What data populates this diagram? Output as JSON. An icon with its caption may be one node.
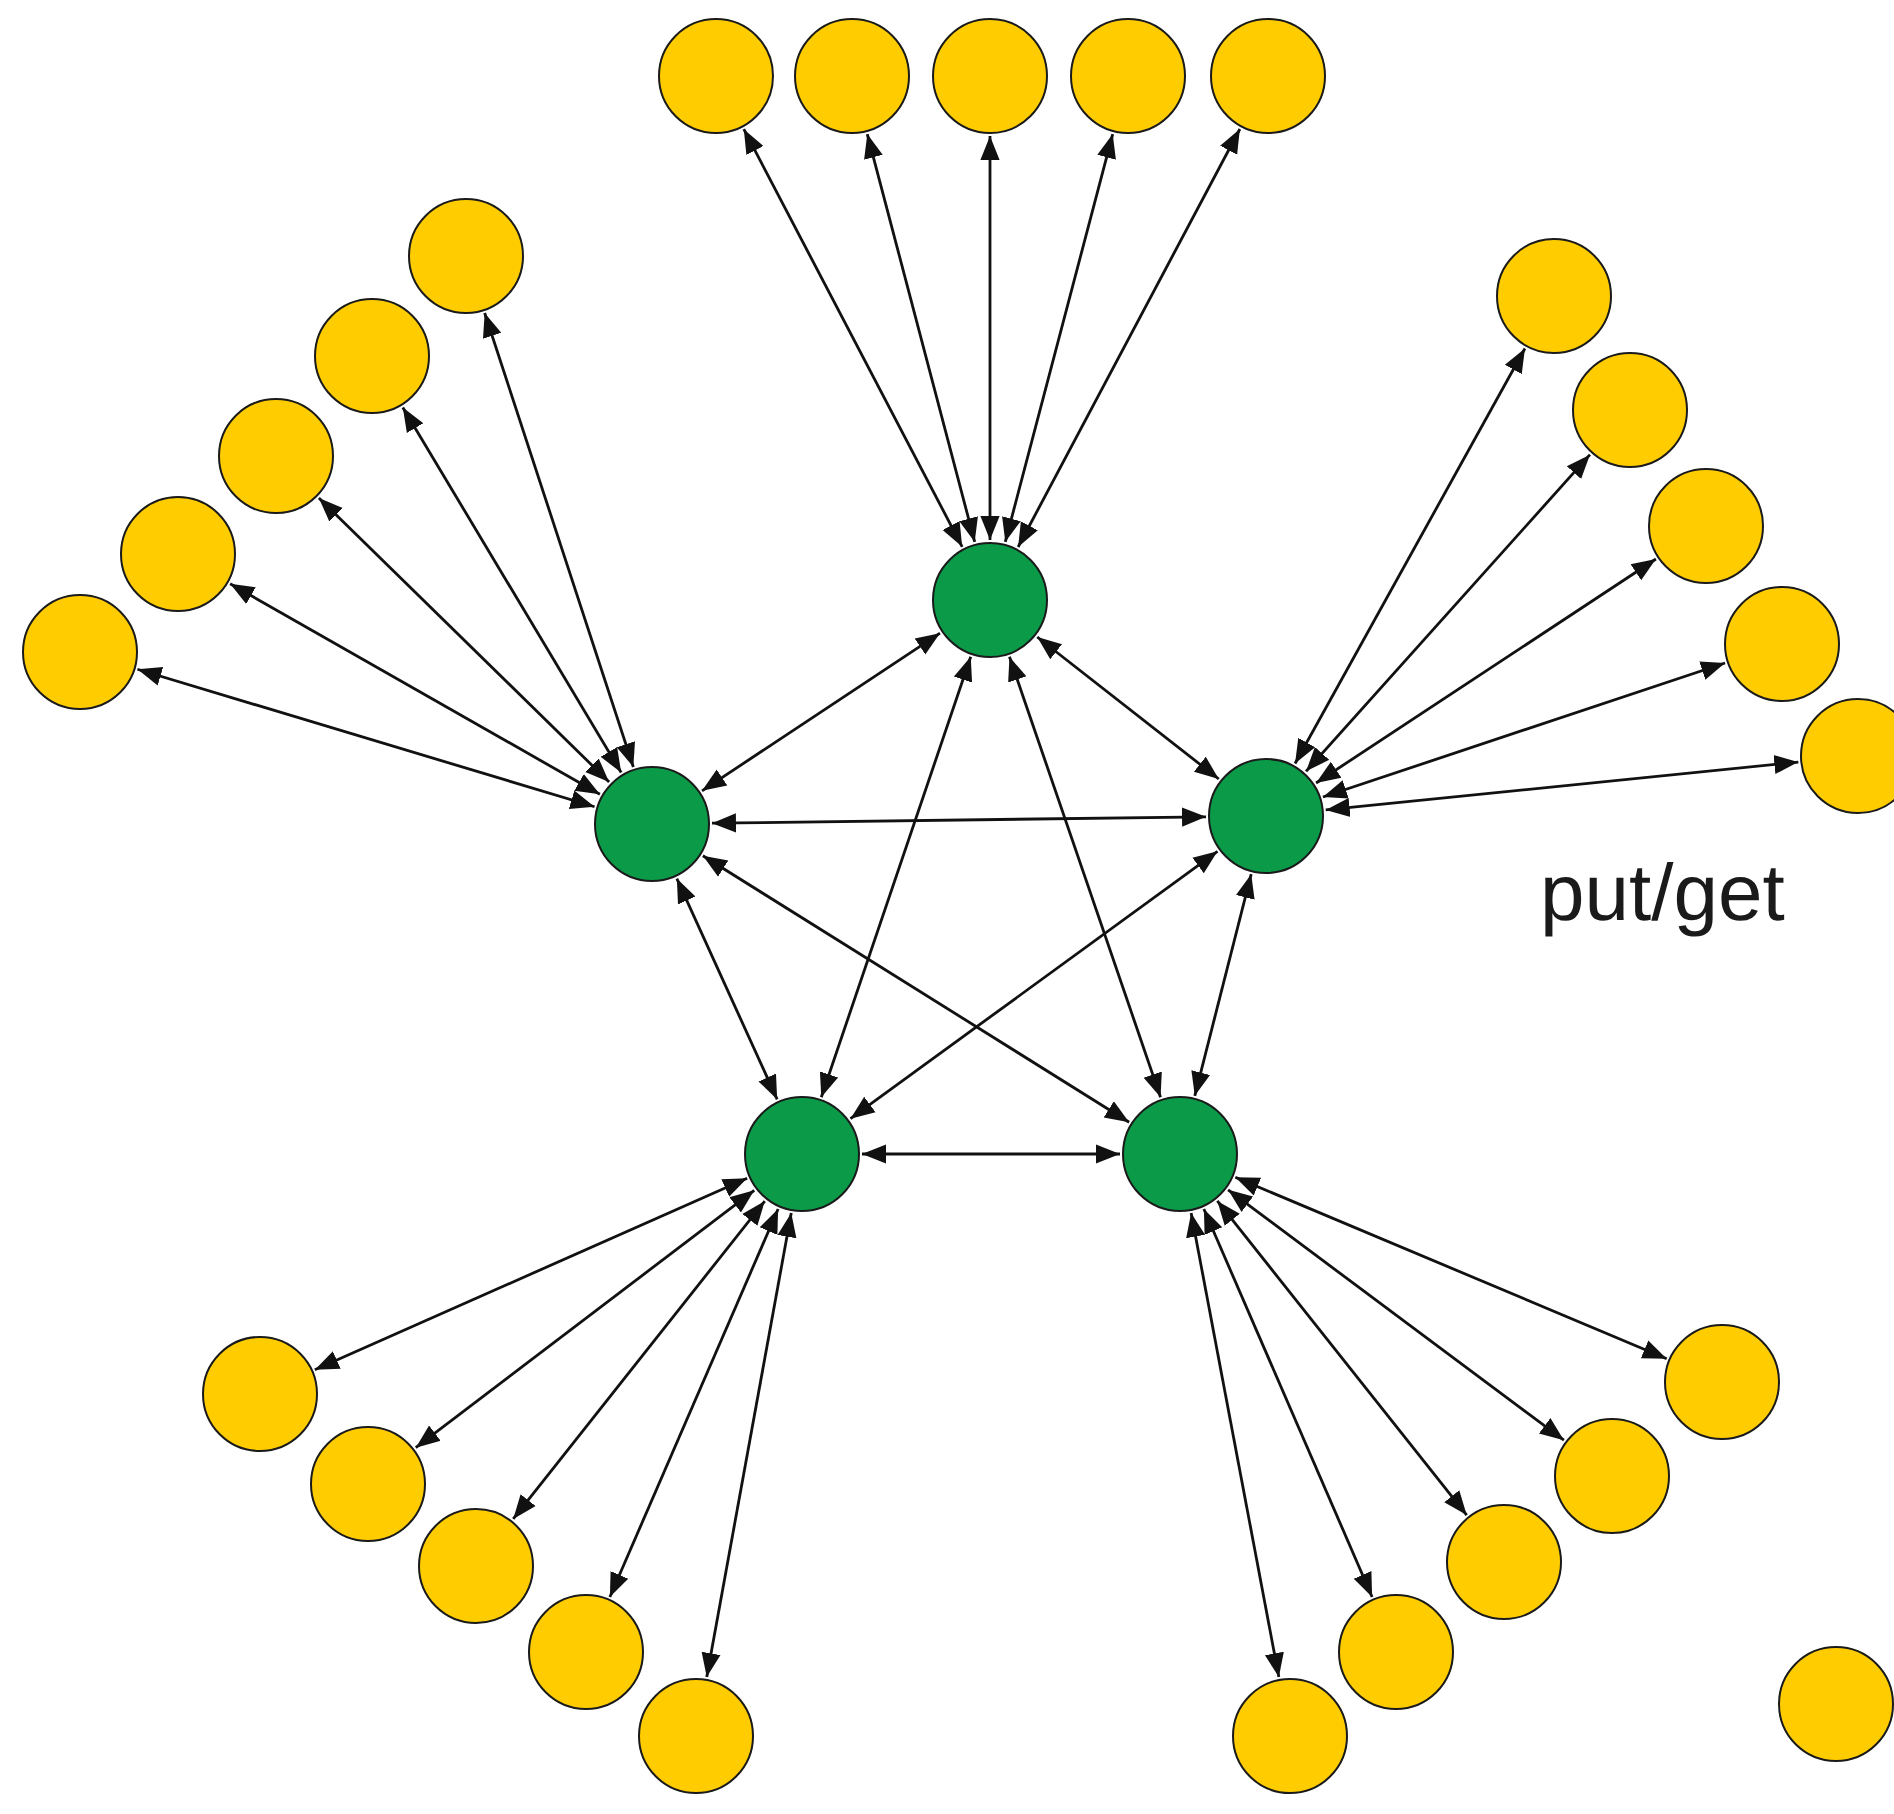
{
  "diagram": {
    "nodes": [
      {
        "text": [],
        "shape": "circle"
      },
      {
        "text": [],
        "shape": "circle"
      },
      {
        "text": [],
        "shape": "circle"
      },
      {
        "text": [],
        "shape": "circle"
      },
      {
        "text": [],
        "shape": "circle"
      },
      {
        "text": [],
        "shape": "circle"
      },
      {
        "text": [],
        "shape": "circle"
      },
      {
        "text": [],
        "shape": "circle"
      },
      {
        "text": [],
        "shape": "circle"
      },
      {
        "text": [],
        "shape": "circle"
      },
      {
        "text": [],
        "shape": "circle"
      },
      {
        "text": [],
        "shape": "circle"
      },
      {
        "text": [],
        "shape": "circle"
      },
      {
        "text": [],
        "shape": "circle"
      },
      {
        "text": [],
        "shape": "circle"
      },
      {
        "text": [],
        "shape": "circle"
      },
      {
        "text": [],
        "shape": "circle"
      },
      {
        "text": [],
        "shape": "circle"
      },
      {
        "text": [],
        "shape": "circle"
      },
      {
        "text": [],
        "shape": "circle"
      },
      {
        "text": [],
        "shape": "circle"
      },
      {
        "text": [],
        "shape": "circle"
      },
      {
        "text": [],
        "shape": "circle"
      },
      {
        "text": [],
        "shape": "circle"
      },
      {
        "text": [],
        "shape": "circle"
      },
      {
        "text": [],
        "shape": "circle"
      },
      {
        "text": [],
        "shape": "circle"
      },
      {
        "text": [],
        "shape": "circle"
      },
      {
        "text": [],
        "shape": "circle"
      },
      {
        "text": [],
        "shape": "circle"
      },
      {
        "text": [],
        "shape": "circle"
      }
    ],
    "edges": [
      {
        "from": 15,
        "to": 0,
        "arrow": "both"
      },
      {
        "from": 15,
        "to": 1,
        "arrow": "both"
      },
      {
        "from": 15,
        "to": 2,
        "arrow": "both"
      },
      {
        "from": 15,
        "to": 3,
        "arrow": "both"
      },
      {
        "from": 15,
        "to": 4,
        "arrow": "both"
      },
      {
        "from": 16,
        "to": 5,
        "arrow": "both"
      },
      {
        "from": 16,
        "to": 6,
        "arrow": "both"
      },
      {
        "from": 16,
        "to": 7,
        "arrow": "both"
      },
      {
        "from": 16,
        "to": 8,
        "arrow": "both"
      },
      {
        "from": 16,
        "to": 9,
        "arrow": "both"
      },
      {
        "from": 17,
        "to": 10,
        "arrow": "both"
      },
      {
        "from": 17,
        "to": 11,
        "arrow": "both"
      },
      {
        "from": 17,
        "to": 12,
        "arrow": "both"
      },
      {
        "from": 17,
        "to": 13,
        "arrow": "both"
      },
      {
        "from": 17,
        "to": 14,
        "arrow": "both"
      },
      {
        "from": 18,
        "to": 20,
        "arrow": "both"
      },
      {
        "from": 18,
        "to": 21,
        "arrow": "both"
      },
      {
        "from": 18,
        "to": 22,
        "arrow": "both"
      },
      {
        "from": 18,
        "to": 23,
        "arrow": "both"
      },
      {
        "from": 18,
        "to": 24,
        "arrow": "both"
      },
      {
        "from": 19,
        "to": 25,
        "arrow": "both"
      },
      {
        "from": 19,
        "to": 26,
        "arrow": "both"
      },
      {
        "from": 19,
        "to": 27,
        "arrow": "both"
      },
      {
        "from": 19,
        "to": 28,
        "arrow": "both"
      },
      {
        "from": 19,
        "to": 29,
        "arrow": "both"
      },
      {
        "from": 15,
        "to": 16,
        "arrow": "both"
      },
      {
        "from": 15,
        "to": 17,
        "arrow": "both"
      },
      {
        "from": 15,
        "to": 18,
        "arrow": "both"
      },
      {
        "from": 15,
        "to": 19,
        "arrow": "both"
      },
      {
        "from": 16,
        "to": 17,
        "arrow": "both"
      },
      {
        "from": 16,
        "to": 18,
        "arrow": "both"
      },
      {
        "from": 16,
        "to": 19,
        "arrow": "both"
      },
      {
        "from": 17,
        "to": 18,
        "arrow": "both"
      },
      {
        "from": 17,
        "to": 19,
        "arrow": "both"
      },
      {
        "from": 18,
        "to": 19,
        "arrow": "both"
      }
    ],
    "labels": [
      "put/get"
    ]
  }
}
